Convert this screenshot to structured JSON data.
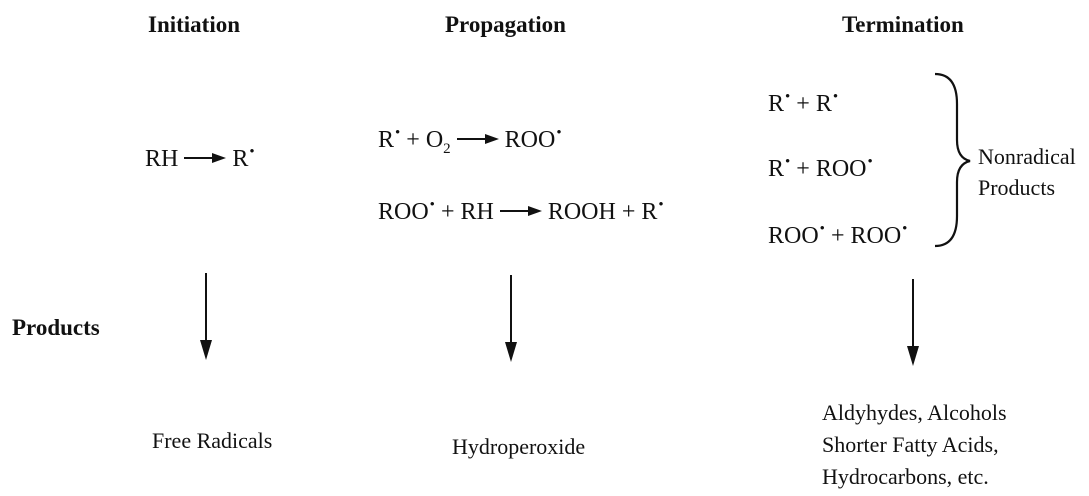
{
  "headers": {
    "initiation": "Initiation",
    "propagation": "Propagation",
    "termination": "Termination",
    "products": "Products"
  },
  "symbols": {
    "radical_dot": "•",
    "oxygen_subscript": "2"
  },
  "initiation": {
    "reactant": "RH",
    "product": "R"
  },
  "propagation": {
    "eq1": {
      "reactant_a": "R",
      "plus1": "+ O",
      "product": "ROO"
    },
    "eq2": {
      "reactant_a": "ROO",
      "reactant_b": "+ RH",
      "product_a": "ROOH + R"
    }
  },
  "termination": {
    "eq1": {
      "a": "R",
      "b": "+  R"
    },
    "eq2": {
      "a": "R",
      "b": "+  ROO"
    },
    "eq3": {
      "a": "ROO",
      "b": "+  ROO"
    },
    "nonradical_line1": "Nonradical",
    "nonradical_line2": "Products"
  },
  "products": {
    "initiation": "Free Radicals",
    "propagation": "Hydroperoxide",
    "termination_line1": "Aldyhydes, Alcohols",
    "termination_line2": "Shorter Fatty Acids,",
    "termination_line3": "Hydrocarbons, etc."
  }
}
